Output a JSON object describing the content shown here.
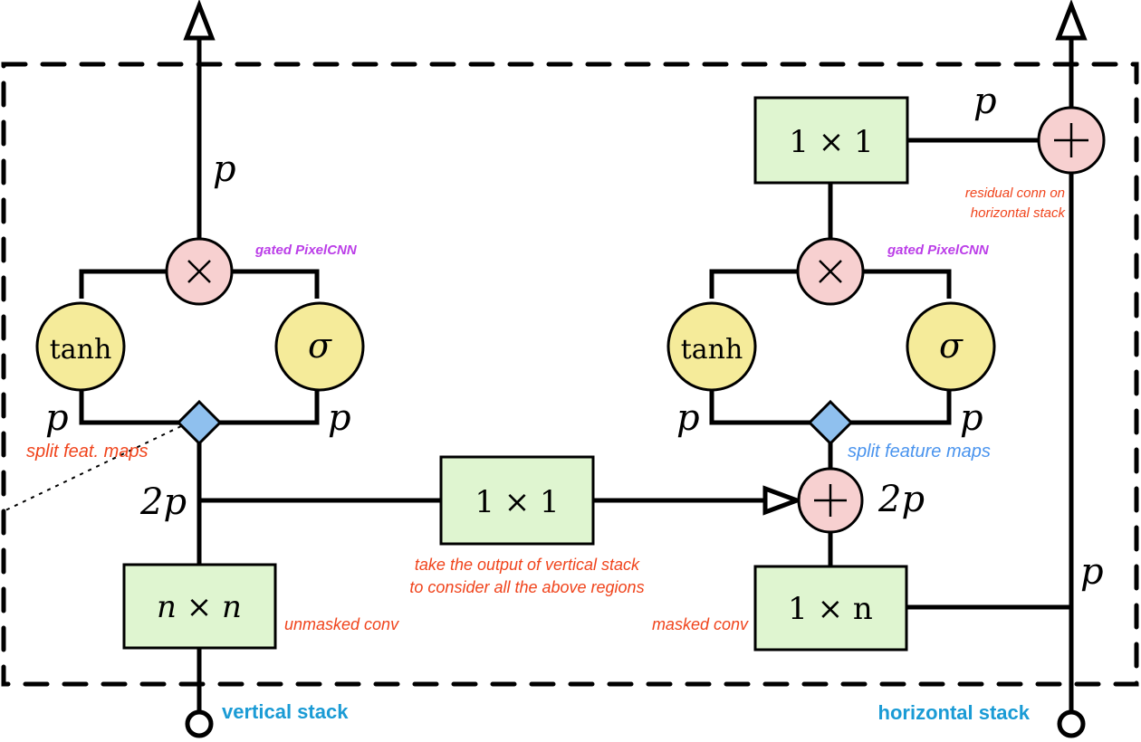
{
  "diagram": {
    "title": "Gated PixelCNN block with vertical and horizontal stacks",
    "colors": {
      "conv_box": "#dff5d0",
      "operator": "#f7d0d0",
      "activation": "#f5eb9a",
      "split": "#8fc0ee",
      "annotation_red": "#f0441c",
      "annotation_purple": "#bb3ee8",
      "annotation_blue": "#4a94ee",
      "stack_label": "#1a9bd5"
    },
    "vertical_stack": {
      "label": "vertical stack",
      "conv": {
        "label": "n × n",
        "note": "unmasked conv"
      },
      "input_dim": "2p",
      "split_note": "split feat. maps",
      "tanh": "tanh",
      "sigma": "σ",
      "left_dim": "p",
      "right_dim": "p",
      "multiply": "×",
      "gate_note": "gated PixelCNN",
      "output_dim": "p"
    },
    "link": {
      "conv": {
        "label": "1 × 1"
      },
      "note_line1": "take the output of vertical stack",
      "note_line2": "to consider all the above regions"
    },
    "horizontal_stack": {
      "label": "horizontal stack",
      "conv": {
        "label": "1 × n",
        "note": "masked conv"
      },
      "add": "+",
      "add_dim": "2p",
      "split_note": "split feature maps",
      "tanh": "tanh",
      "sigma": "σ",
      "left_dim": "p",
      "right_dim": "p",
      "multiply": "×",
      "gate_note": "gated PixelCNN",
      "out_conv": {
        "label": "1 × 1"
      },
      "residual_dim": "p",
      "residual_add": "+",
      "residual_note_line1": "residual conn on",
      "residual_note_line2": "horizontal stack",
      "skip_dim": "p"
    }
  }
}
